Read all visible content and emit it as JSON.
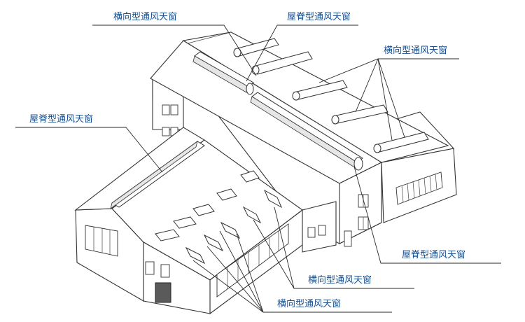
{
  "labels": {
    "horizontal_top": "横向型通风天窗",
    "ridge_top": "屋脊型通风天窗",
    "horizontal_right": "横向型通风天窗",
    "ridge_left": "屋脊型通风天窗",
    "ridge_right": "屋脊型通风天窗",
    "horizontal_bottom_1": "横向型通风天窗",
    "horizontal_bottom_2": "横向型通风天窗"
  },
  "colors": {
    "label_text": "#1c4f8c",
    "line": "#2a2a2a"
  }
}
